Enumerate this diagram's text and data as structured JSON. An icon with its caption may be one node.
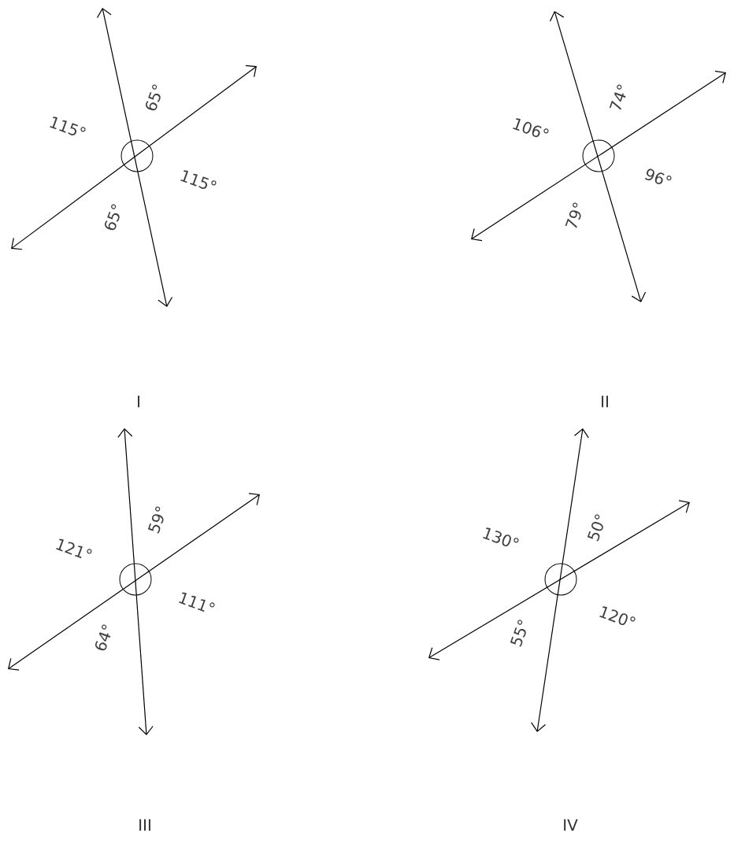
{
  "diagram": {
    "labels": [
      "115°",
      "65°",
      "115°",
      "65°",
      "I",
      "106°",
      "74°",
      "96°",
      "79°",
      "II",
      "121°",
      "59°",
      "111°",
      "64°",
      "III",
      "130°",
      "50°",
      "120°",
      "55°",
      "IV"
    ]
  }
}
